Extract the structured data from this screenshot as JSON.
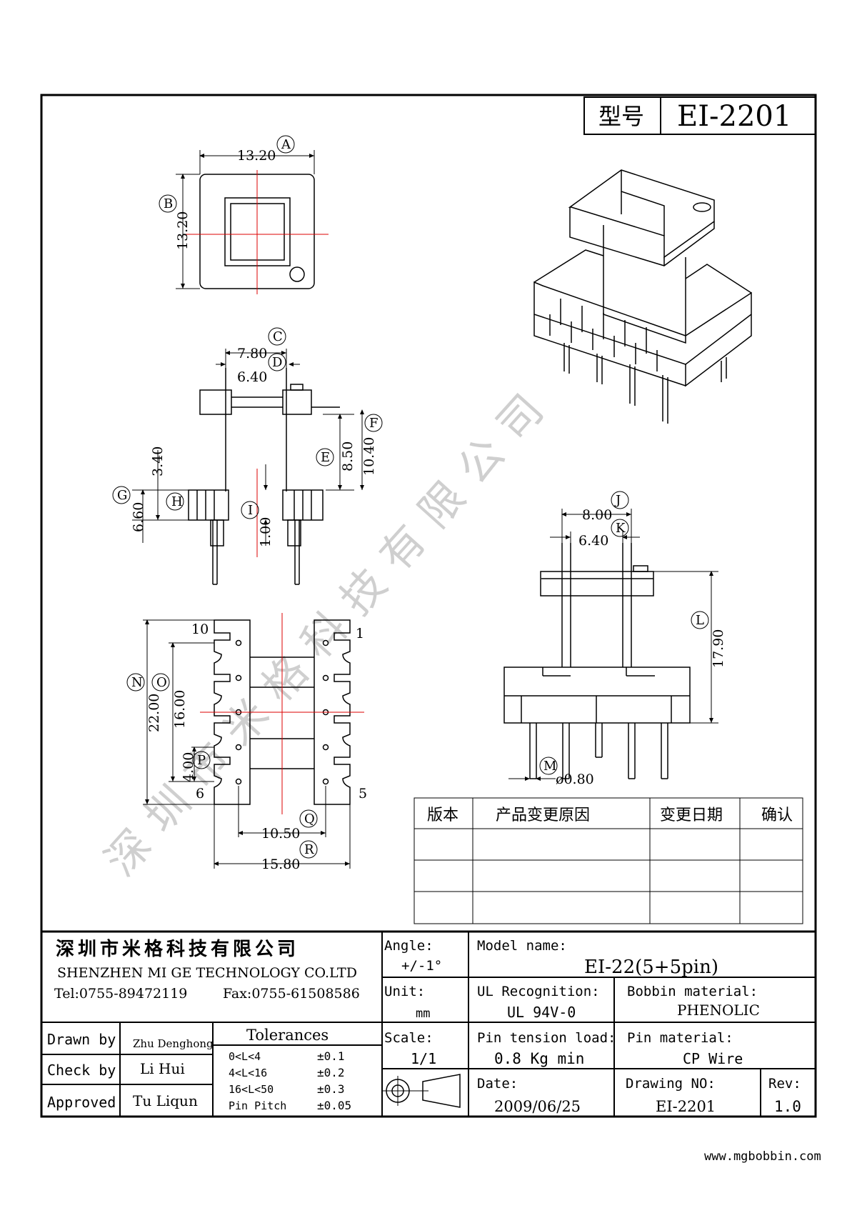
{
  "title_block": {
    "model_label": "型号",
    "model_value": "EI-2201"
  },
  "watermark": "深圳市米格科技有限公司",
  "views": {
    "top": {
      "dims": [
        {
          "letter": "A",
          "value": "13.20"
        },
        {
          "letter": "B",
          "value": "13.20"
        }
      ]
    },
    "front": {
      "dims": [
        {
          "letter": "C",
          "value": "7.80"
        },
        {
          "letter": "D",
          "value": "6.40"
        },
        {
          "letter": "E",
          "value": "8.50"
        },
        {
          "letter": "F",
          "value": "10.40"
        },
        {
          "letter": "G",
          "value": "6.60"
        },
        {
          "letter": "H",
          "value": "3.40"
        },
        {
          "letter": "I",
          "value": "1.00"
        }
      ]
    },
    "bottom": {
      "pins": {
        "p10": "10",
        "p1": "1",
        "p6": "6",
        "p5": "5"
      },
      "dims": [
        {
          "letter": "N",
          "value": "22.00"
        },
        {
          "letter": "O",
          "value": "16.00"
        },
        {
          "letter": "P",
          "value": "4.00"
        },
        {
          "letter": "Q",
          "value": "10.50"
        },
        {
          "letter": "R",
          "value": "15.80"
        }
      ]
    },
    "side": {
      "dims": [
        {
          "letter": "J",
          "value": "8.00"
        },
        {
          "letter": "K",
          "value": "6.40"
        },
        {
          "letter": "L",
          "value": "17.90"
        },
        {
          "letter": "M",
          "value": "ø0.80"
        }
      ]
    }
  },
  "revision_table": {
    "headers": [
      "版本",
      "产品变更原因",
      "变更日期",
      "确认"
    ],
    "rows": [
      [
        "",
        "",
        "",
        ""
      ],
      [
        "",
        "",
        "",
        ""
      ],
      [
        "",
        "",
        "",
        ""
      ]
    ]
  },
  "company": {
    "name_cn": "深圳市米格科技有限公司",
    "name_en": "SHENZHEN  MI GE TECHNOLOGY  CO.LTD",
    "tel": "Tel:0755-89472119",
    "fax": "Fax:0755-61508586"
  },
  "people": {
    "drawn_by_label": "Drawn by",
    "drawn_by": "Zhu Denghong",
    "check_by_label": "Check by",
    "check_by": "Li Hui",
    "approved_label": "Approved",
    "approved": "Tu Liqun"
  },
  "tolerances": {
    "title": "Tolerances",
    "rows": [
      {
        "range": "0<L<4",
        "tol": "±0.1"
      },
      {
        "range": "4<L<16",
        "tol": "±0.2"
      },
      {
        "range": "16<L<50",
        "tol": "±0.3"
      },
      {
        "range": "Pin Pitch",
        "tol": "±0.05"
      }
    ]
  },
  "specs": {
    "angle_label": "Angle:",
    "angle": "+/-1°",
    "unit_label": "Unit:",
    "unit": "mm",
    "scale_label": "Scale:",
    "scale": "1/1",
    "model_name_label": "Model name:",
    "model_name": "EI-22(5+5pin)",
    "ul_label": "UL Recognition:",
    "ul": "UL 94V-0",
    "bobbin_label": "Bobbin material:",
    "bobbin": "PHENOLIC",
    "pin_tension_label": "Pin tension load:",
    "pin_tension": "0.8 Kg min",
    "pin_material_label": "Pin material:",
    "pin_material": "CP Wire",
    "date_label": "Date:",
    "date": "2009/06/25",
    "drawing_no_label": "Drawing NO:",
    "drawing_no": "EI-2201",
    "rev_label": "Rev:",
    "rev": "1.0"
  },
  "footer_url": "www.mgbobbin.com"
}
